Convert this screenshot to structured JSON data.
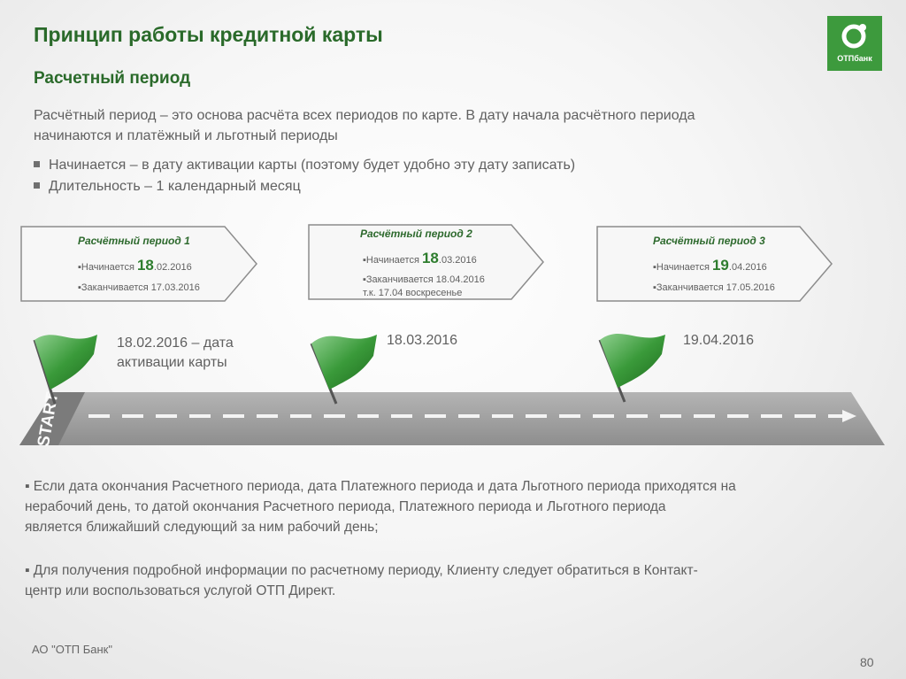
{
  "header": {
    "title": "Принцип работы кредитной карты",
    "subtitle": "Расчетный период"
  },
  "logo": {
    "text": "ОТПбанк",
    "color": "#3d9a3d"
  },
  "intro": {
    "line1": "Расчётный период – это  основа расчёта всех периодов по карте. В дату начала расчётного периода",
    "line2": "начинаются и платёжный и льготный периоды"
  },
  "bullets": [
    "Начинается – в дату активации карты (поэтому будет удобно эту дату записать)",
    "Длительность – 1 календарный месяц"
  ],
  "periods": [
    {
      "title": "Расчётный период 1",
      "start_prefix": "▪Начинается ",
      "start_day": "18",
      "start_rest": ".02.2016",
      "end": "▪Заканчивается 17.03.2016",
      "note": ""
    },
    {
      "title": "Расчётный период 2",
      "start_prefix": "▪Начинается ",
      "start_day": "18",
      "start_rest": ".03.2016",
      "end": "▪Заканчивается 18.04.2016",
      "note": "т.к. 17.04 воскресенье"
    },
    {
      "title": "Расчётный период 3",
      "start_prefix": "▪Начинается ",
      "start_day": "19",
      "start_rest": ".04.2016",
      "end": "▪Заканчивается 17.05.2016",
      "note": ""
    }
  ],
  "timeline": {
    "start_label": "START",
    "dates": [
      {
        "line1": "18.02.2016 – дата",
        "line2": "активации карты"
      },
      {
        "line1": "18.03.2016",
        "line2": ""
      },
      {
        "line1": "19.04.2016",
        "line2": ""
      }
    ]
  },
  "notes": [
    {
      "line1": "▪ Если дата окончания Расчетного периода, дата Платежного периода и дата Льготного периода приходятся на",
      "line2": "нерабочий день, то датой окончания Расчетного периода, Платежного периода и  Льготного периода",
      "line3": "является ближайший следующий за ним рабочий день;"
    },
    {
      "line1": "▪ Для получения подробной информации по расчетному периоду, Клиенту следует обратиться в Контакт-",
      "line2": "центр или воспользоваться услугой ОТП Директ."
    }
  ],
  "footer": {
    "company": "АО \"ОТП Банк\"",
    "page": "80"
  },
  "colors": {
    "accent_green": "#2a6a2a",
    "flag_green": "#3a9a3a",
    "road": "#9a9a9a"
  }
}
